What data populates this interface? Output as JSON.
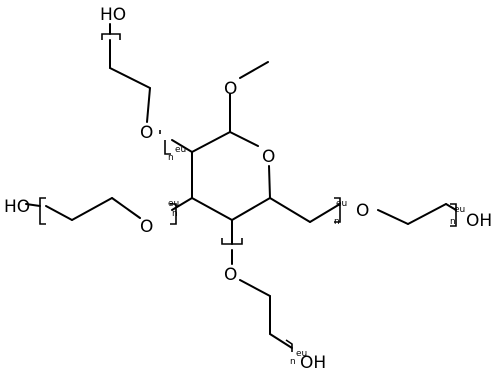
{
  "atoms": {
    "ring_o": "O",
    "methoxy_o": "O",
    "c2_o": "O",
    "c3_o": "O",
    "c4_o": "O",
    "c6_o": "O"
  },
  "end_groups": {
    "top": "HO",
    "left": "HO",
    "right": "OH",
    "bottom": "OH"
  },
  "repeat_labels": {
    "repeat_index": "n",
    "marker": "eu"
  }
}
